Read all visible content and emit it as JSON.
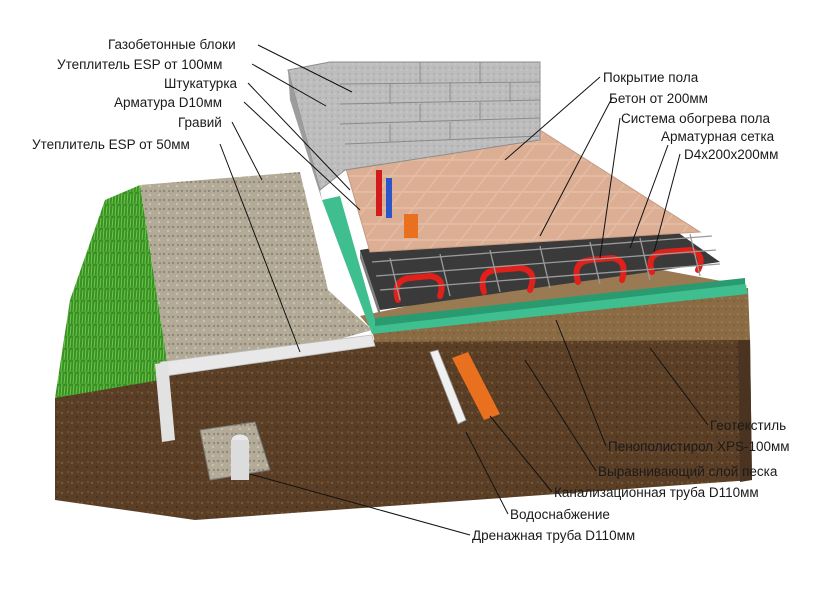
{
  "diagram": {
    "labels_left": [
      {
        "id": "aerated-blocks",
        "text": "Газобетонные блоки"
      },
      {
        "id": "insulation-esp-100",
        "text": "Утеплитель ESP от 100мм"
      },
      {
        "id": "plaster",
        "text": "Штукатурка"
      },
      {
        "id": "rebar-d10",
        "text": "Арматура D10мм"
      },
      {
        "id": "gravel",
        "text": "Гравий"
      },
      {
        "id": "insulation-esp-50",
        "text": "Утеплитель ESP от 50мм"
      }
    ],
    "labels_right_top": [
      {
        "id": "floor-covering",
        "text": "Покрытие пола"
      },
      {
        "id": "concrete-200",
        "text": "Бетон от 200мм"
      },
      {
        "id": "floor-heating",
        "text": "Система обогрева пола"
      },
      {
        "id": "rebar-mesh",
        "text": "Арматурная сетка"
      },
      {
        "id": "rebar-mesh-size",
        "text": "D4x200x200мм"
      }
    ],
    "labels_right_bottom": [
      {
        "id": "geotextile",
        "text": "Геотекстиль"
      },
      {
        "id": "xps",
        "text": "Пенополистирол XPS-100мм"
      },
      {
        "id": "sand-layer",
        "text": "Выравнивающий слой песка"
      },
      {
        "id": "sewer-pipe",
        "text": "Канализационная труба D110мм"
      },
      {
        "id": "water-supply",
        "text": "Водоснабжение"
      },
      {
        "id": "drain-pipe",
        "text": "Дренажная труба D110мм"
      }
    ]
  },
  "colors": {
    "soil": "#5a3f26",
    "sand": "#8b6b44",
    "geotextile": "#3fbf8f",
    "concrete": "#8f8f8f",
    "tile": "#e2b8a0",
    "heating_pipe": "#e0201a",
    "grass": "#3c9a2a",
    "gravel": "#b5ad9a",
    "sewer": "#e8701e"
  }
}
